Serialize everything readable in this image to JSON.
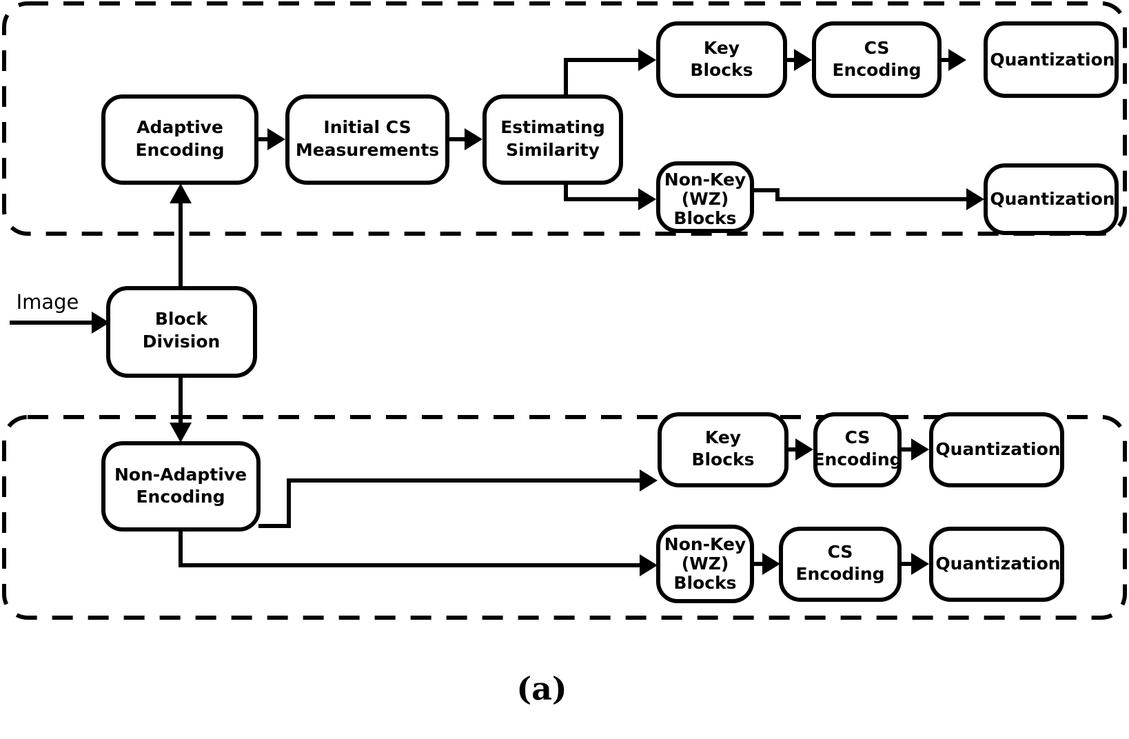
{
  "figure": {
    "caption": "(a)",
    "input_label": "Image"
  },
  "groups": [
    {
      "id": "adaptive-branch",
      "style": "dashed"
    },
    {
      "id": "non-adaptive-branch",
      "style": "dashed"
    }
  ],
  "nodes": {
    "block_division": {
      "line1": "Block",
      "line2": "Division"
    },
    "adaptive_encoding": {
      "line1": "Adaptive",
      "line2": "Encoding"
    },
    "initial_cs_measurements": {
      "line1": "Initial CS",
      "line2": "Measurements"
    },
    "estimating_similarity": {
      "line1": "Estimating",
      "line2": "Similarity"
    },
    "adaptive_key_blocks": {
      "line1": "Key",
      "line2": "Blocks"
    },
    "adaptive_cs_encoding": {
      "line1": "CS",
      "line2": "Encoding"
    },
    "adaptive_key_quantization": {
      "line1": "Quantization"
    },
    "adaptive_nonkey_blocks": {
      "line1": "Non-Key",
      "line2": "(WZ)",
      "line3": "Blocks"
    },
    "adaptive_nonkey_quantization": {
      "line1": "Quantization"
    },
    "non_adaptive_encoding": {
      "line1": "Non-Adaptive",
      "line2": "Encoding"
    },
    "na_key_blocks": {
      "line1": "Key",
      "line2": "Blocks"
    },
    "na_key_cs_encoding": {
      "line1": "CS",
      "line2": "Encoding"
    },
    "na_key_quantization": {
      "line1": "Quantization"
    },
    "na_nonkey_blocks": {
      "line1": "Non-Key",
      "line2": "(WZ)",
      "line3": "Blocks"
    },
    "na_nonkey_cs_encoding": {
      "line1": "CS",
      "line2": "Encoding"
    },
    "na_nonkey_quantization": {
      "line1": "Quantization"
    }
  },
  "colors": {
    "stroke": "#000000",
    "fill": "#ffffff",
    "background": "#ffffff"
  }
}
